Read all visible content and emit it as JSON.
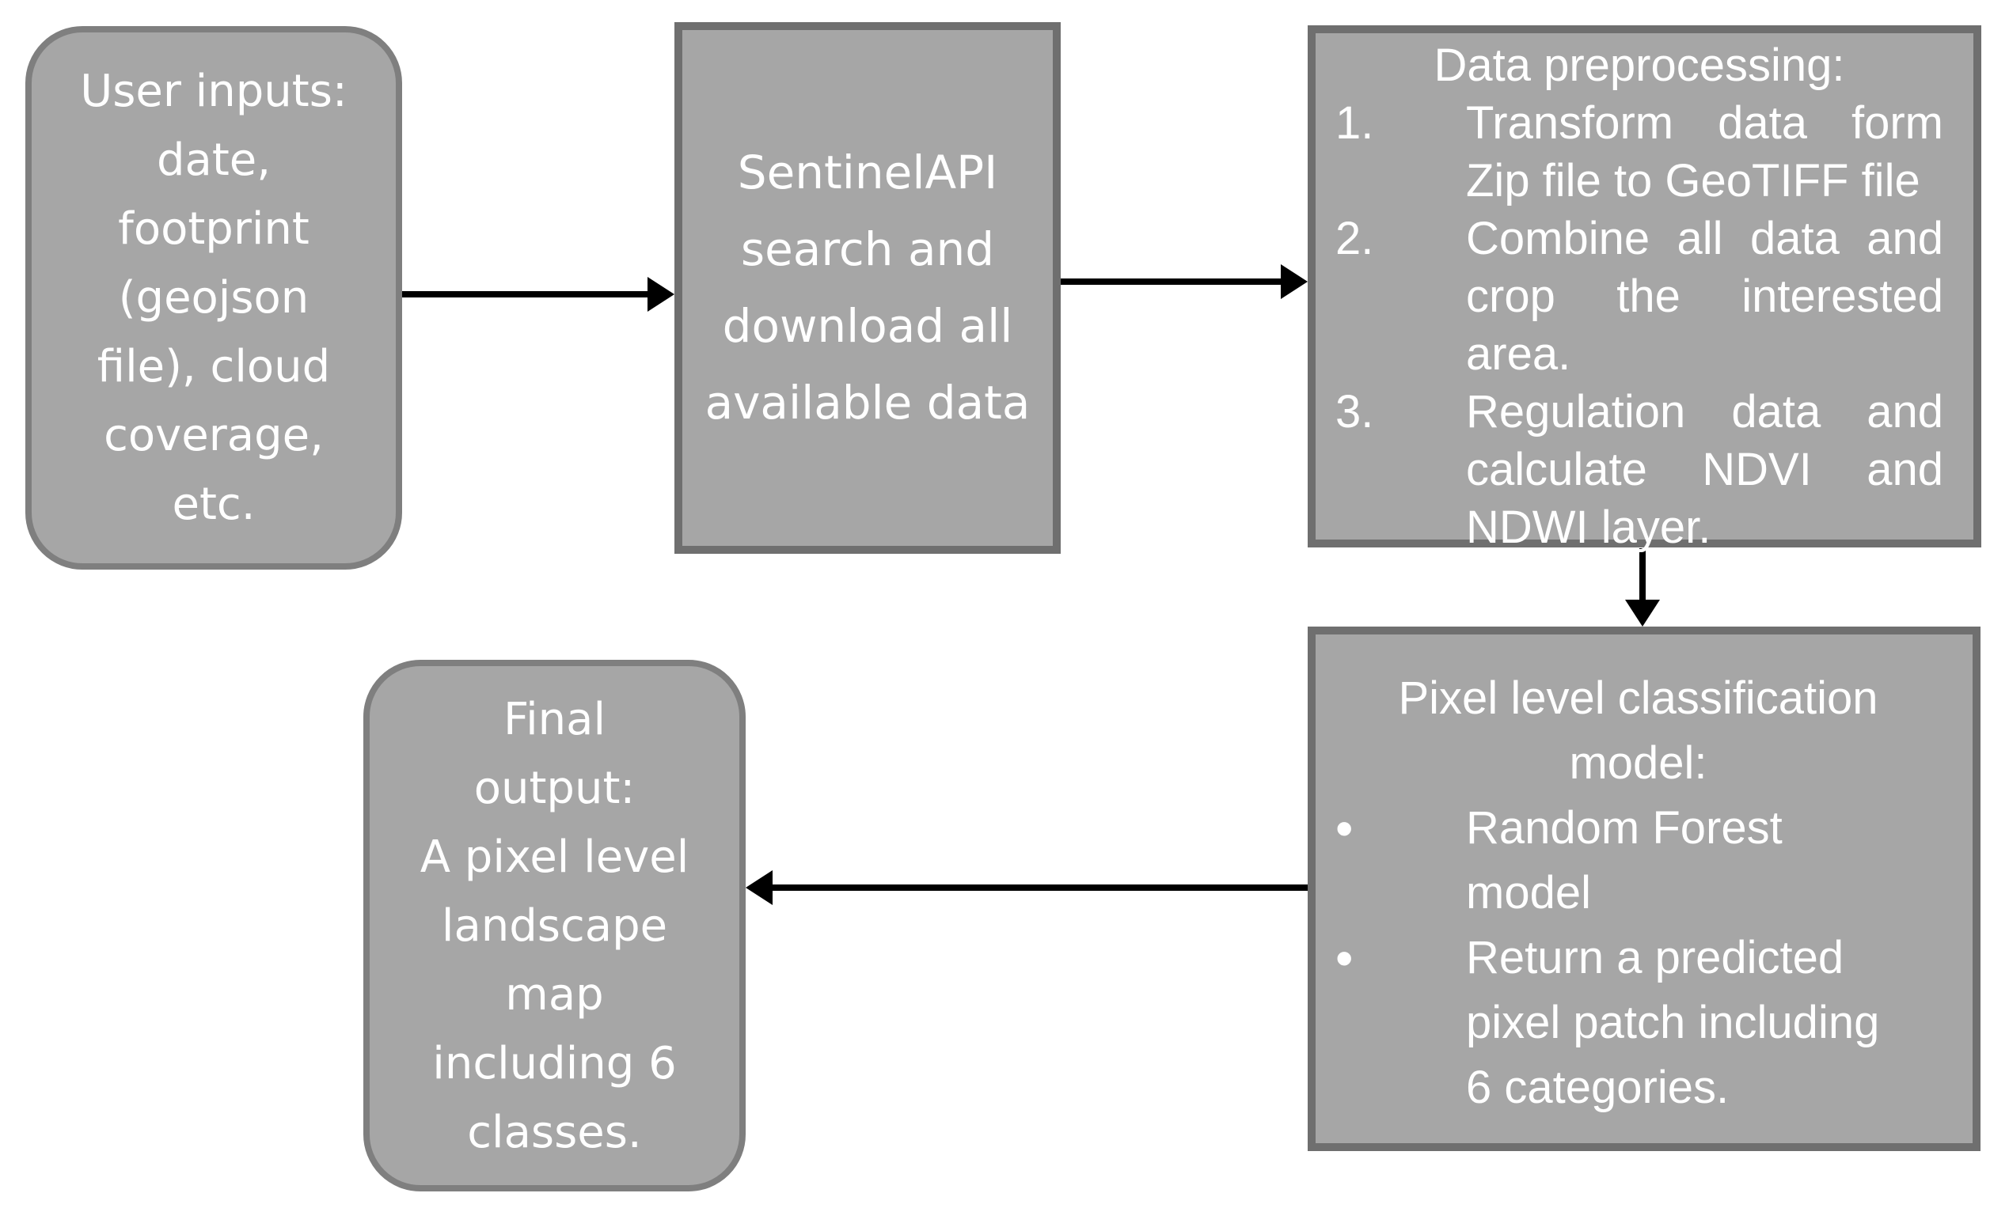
{
  "colors": {
    "background": "#ffffff",
    "box_fill": "#a6a6a6",
    "box_border_rounded": "#7f7f7f",
    "box_border_rect": "#6f6f6f",
    "text": "#ffffff",
    "arrow": "#000000"
  },
  "nodes": {
    "user_inputs": {
      "shape": "rounded-rectangle",
      "lines": [
        "User inputs:",
        "date,",
        "footprint",
        "(geojson",
        "file), cloud",
        "coverage,",
        "etc."
      ]
    },
    "sentinel_api": {
      "shape": "rectangle",
      "lines": [
        "SentinelAPI",
        "search and",
        "download all",
        "available data"
      ]
    },
    "data_preprocessing": {
      "shape": "rectangle",
      "title": "Data preprocessing:",
      "items": [
        {
          "number": "1.",
          "lines": [
            "Transform data form",
            "Zip file to GeoTIFF file"
          ]
        },
        {
          "number": "2.",
          "lines": [
            "Combine all data and",
            "crop the interested",
            "area."
          ]
        },
        {
          "number": "3.",
          "lines": [
            "Regulation data and",
            "calculate NDVI and",
            "NDWI layer."
          ]
        }
      ]
    },
    "classification_model": {
      "shape": "rectangle",
      "title_lines": [
        "Pixel level classification",
        "model:"
      ],
      "bullet_marker": "•",
      "bullets": [
        {
          "lines": [
            "Random Forest",
            "model"
          ]
        },
        {
          "lines": [
            "Return a predicted",
            "pixel patch including",
            "6 categories."
          ]
        }
      ]
    },
    "final_output": {
      "shape": "rounded-rectangle",
      "lines": [
        "Final",
        "output:",
        "A pixel level",
        "landscape",
        "map",
        "including 6",
        "classes."
      ]
    }
  },
  "edges": [
    {
      "from": "user_inputs",
      "to": "sentinel_api",
      "direction": "right"
    },
    {
      "from": "sentinel_api",
      "to": "data_preprocessing",
      "direction": "right"
    },
    {
      "from": "data_preprocessing",
      "to": "classification_model",
      "direction": "down"
    },
    {
      "from": "classification_model",
      "to": "final_output",
      "direction": "left"
    }
  ]
}
